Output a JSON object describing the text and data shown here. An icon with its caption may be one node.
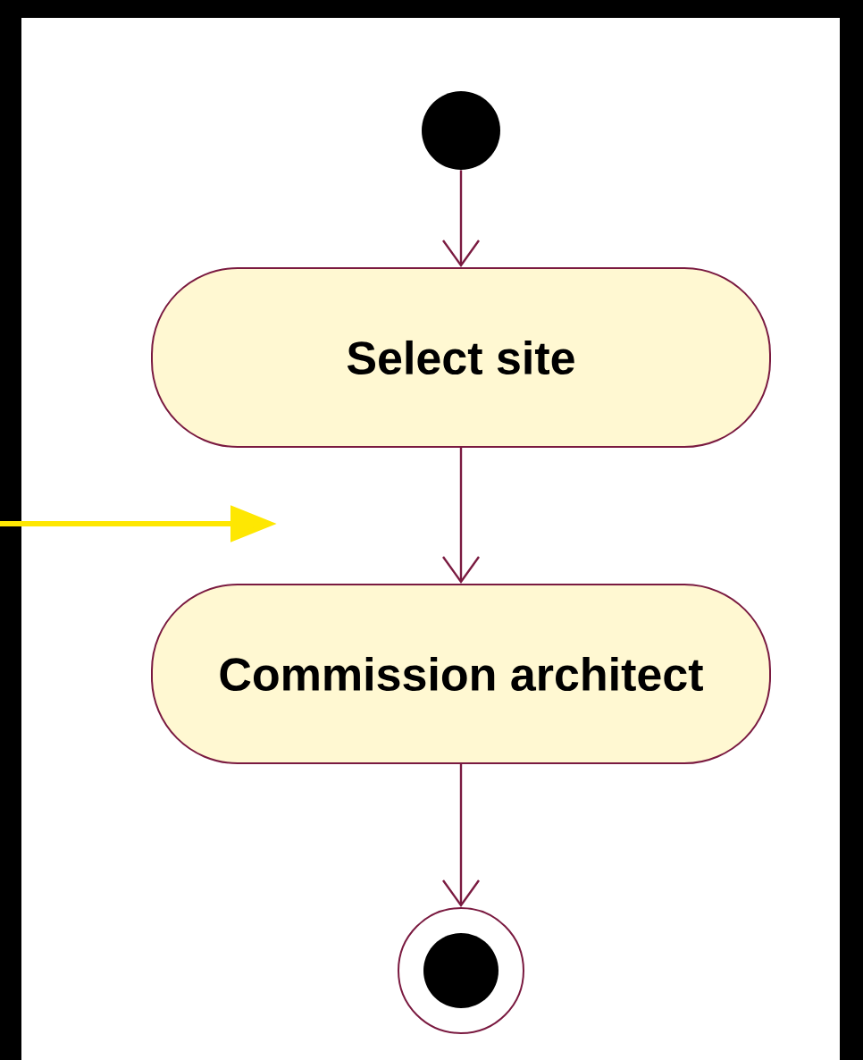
{
  "diagram": {
    "nodes": [
      {
        "text": [],
        "shape": "circle"
      },
      {
        "text": [
          "Select site"
        ]
      },
      {
        "text": [
          "Commission architect"
        ]
      },
      {
        "text": [],
        "shape": "bullseye"
      }
    ],
    "edges": [
      {
        "from": 0,
        "to": 1,
        "arrow": "to"
      },
      {
        "from": 1,
        "to": 2,
        "arrow": "to"
      },
      {
        "from": 2,
        "to": 3,
        "arrow": "to"
      }
    ]
  }
}
